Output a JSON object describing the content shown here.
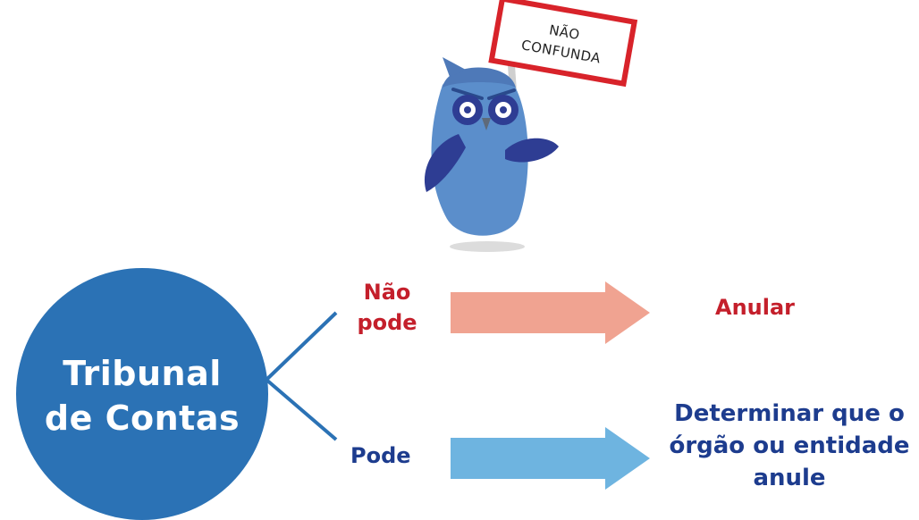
{
  "mascot": {
    "sign_text_line1": "NÃO",
    "sign_text_line2": "CONFUNDA"
  },
  "center_node": {
    "label": "Tribunal\nde Contas",
    "color": "#2b72b5"
  },
  "branches": [
    {
      "label": "Não\npode",
      "result": "Anular",
      "label_color": "#c41f2b",
      "arrow_color": "#f0a391"
    },
    {
      "label": "Pode",
      "result": "Determinar que o\nórgão ou entidade\nanule",
      "label_color": "#1d3c8e",
      "arrow_color": "#6eb4e0"
    }
  ]
}
